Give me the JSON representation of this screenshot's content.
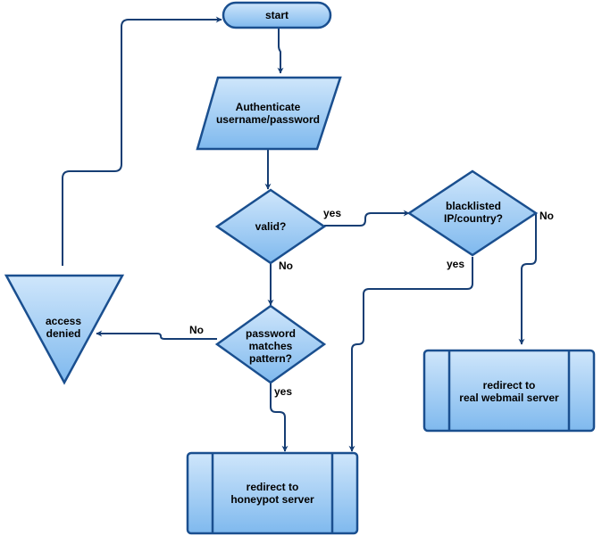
{
  "diagram": {
    "colors": {
      "fill_top": "#cfe6fb",
      "fill_bottom": "#7fb9ee",
      "stroke": "#1a4f8f",
      "edge": "#163e74"
    },
    "nodes": {
      "start": {
        "lines": [
          "start"
        ]
      },
      "authenticate": {
        "lines": [
          "Authenticate",
          "username/password"
        ]
      },
      "valid": {
        "lines": [
          "valid?"
        ]
      },
      "blacklisted": {
        "lines": [
          "blacklisted",
          "IP/country?"
        ]
      },
      "access_denied": {
        "lines": [
          "access",
          "denied"
        ]
      },
      "password_matches": {
        "lines": [
          "password",
          "matches",
          "pattern?"
        ]
      },
      "real_webmail": {
        "lines": [
          "redirect to",
          "real webmail server"
        ]
      },
      "honeypot": {
        "lines": [
          "redirect to",
          "honeypot server"
        ]
      }
    },
    "edges": {
      "valid_yes": "yes",
      "valid_no": "No",
      "blacklisted_no": "No",
      "blacklisted_yes": "yes",
      "password_no": "No",
      "password_yes": "yes"
    }
  }
}
